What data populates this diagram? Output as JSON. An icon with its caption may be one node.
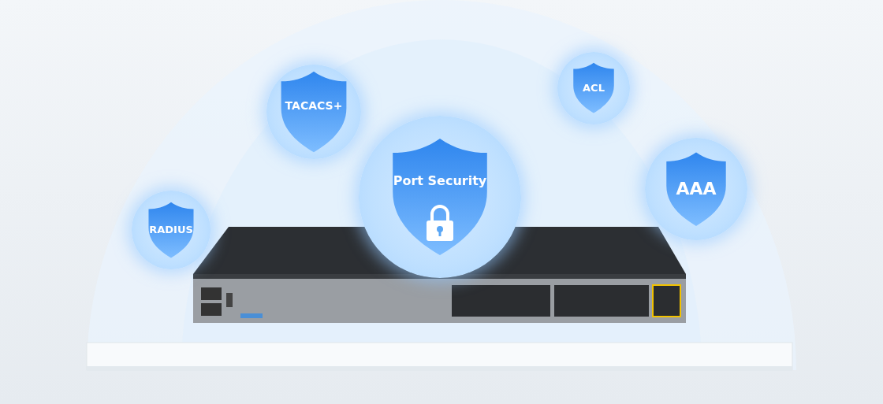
{
  "diagram": {
    "nodes": [
      {
        "text": [
          "RADIUS"
        ]
      },
      {
        "text": [
          "TACACS+"
        ]
      },
      {
        "text": [
          "Port Security"
        ]
      },
      {
        "text": [
          "ACL"
        ]
      },
      {
        "text": [
          "AAA"
        ]
      }
    ]
  }
}
